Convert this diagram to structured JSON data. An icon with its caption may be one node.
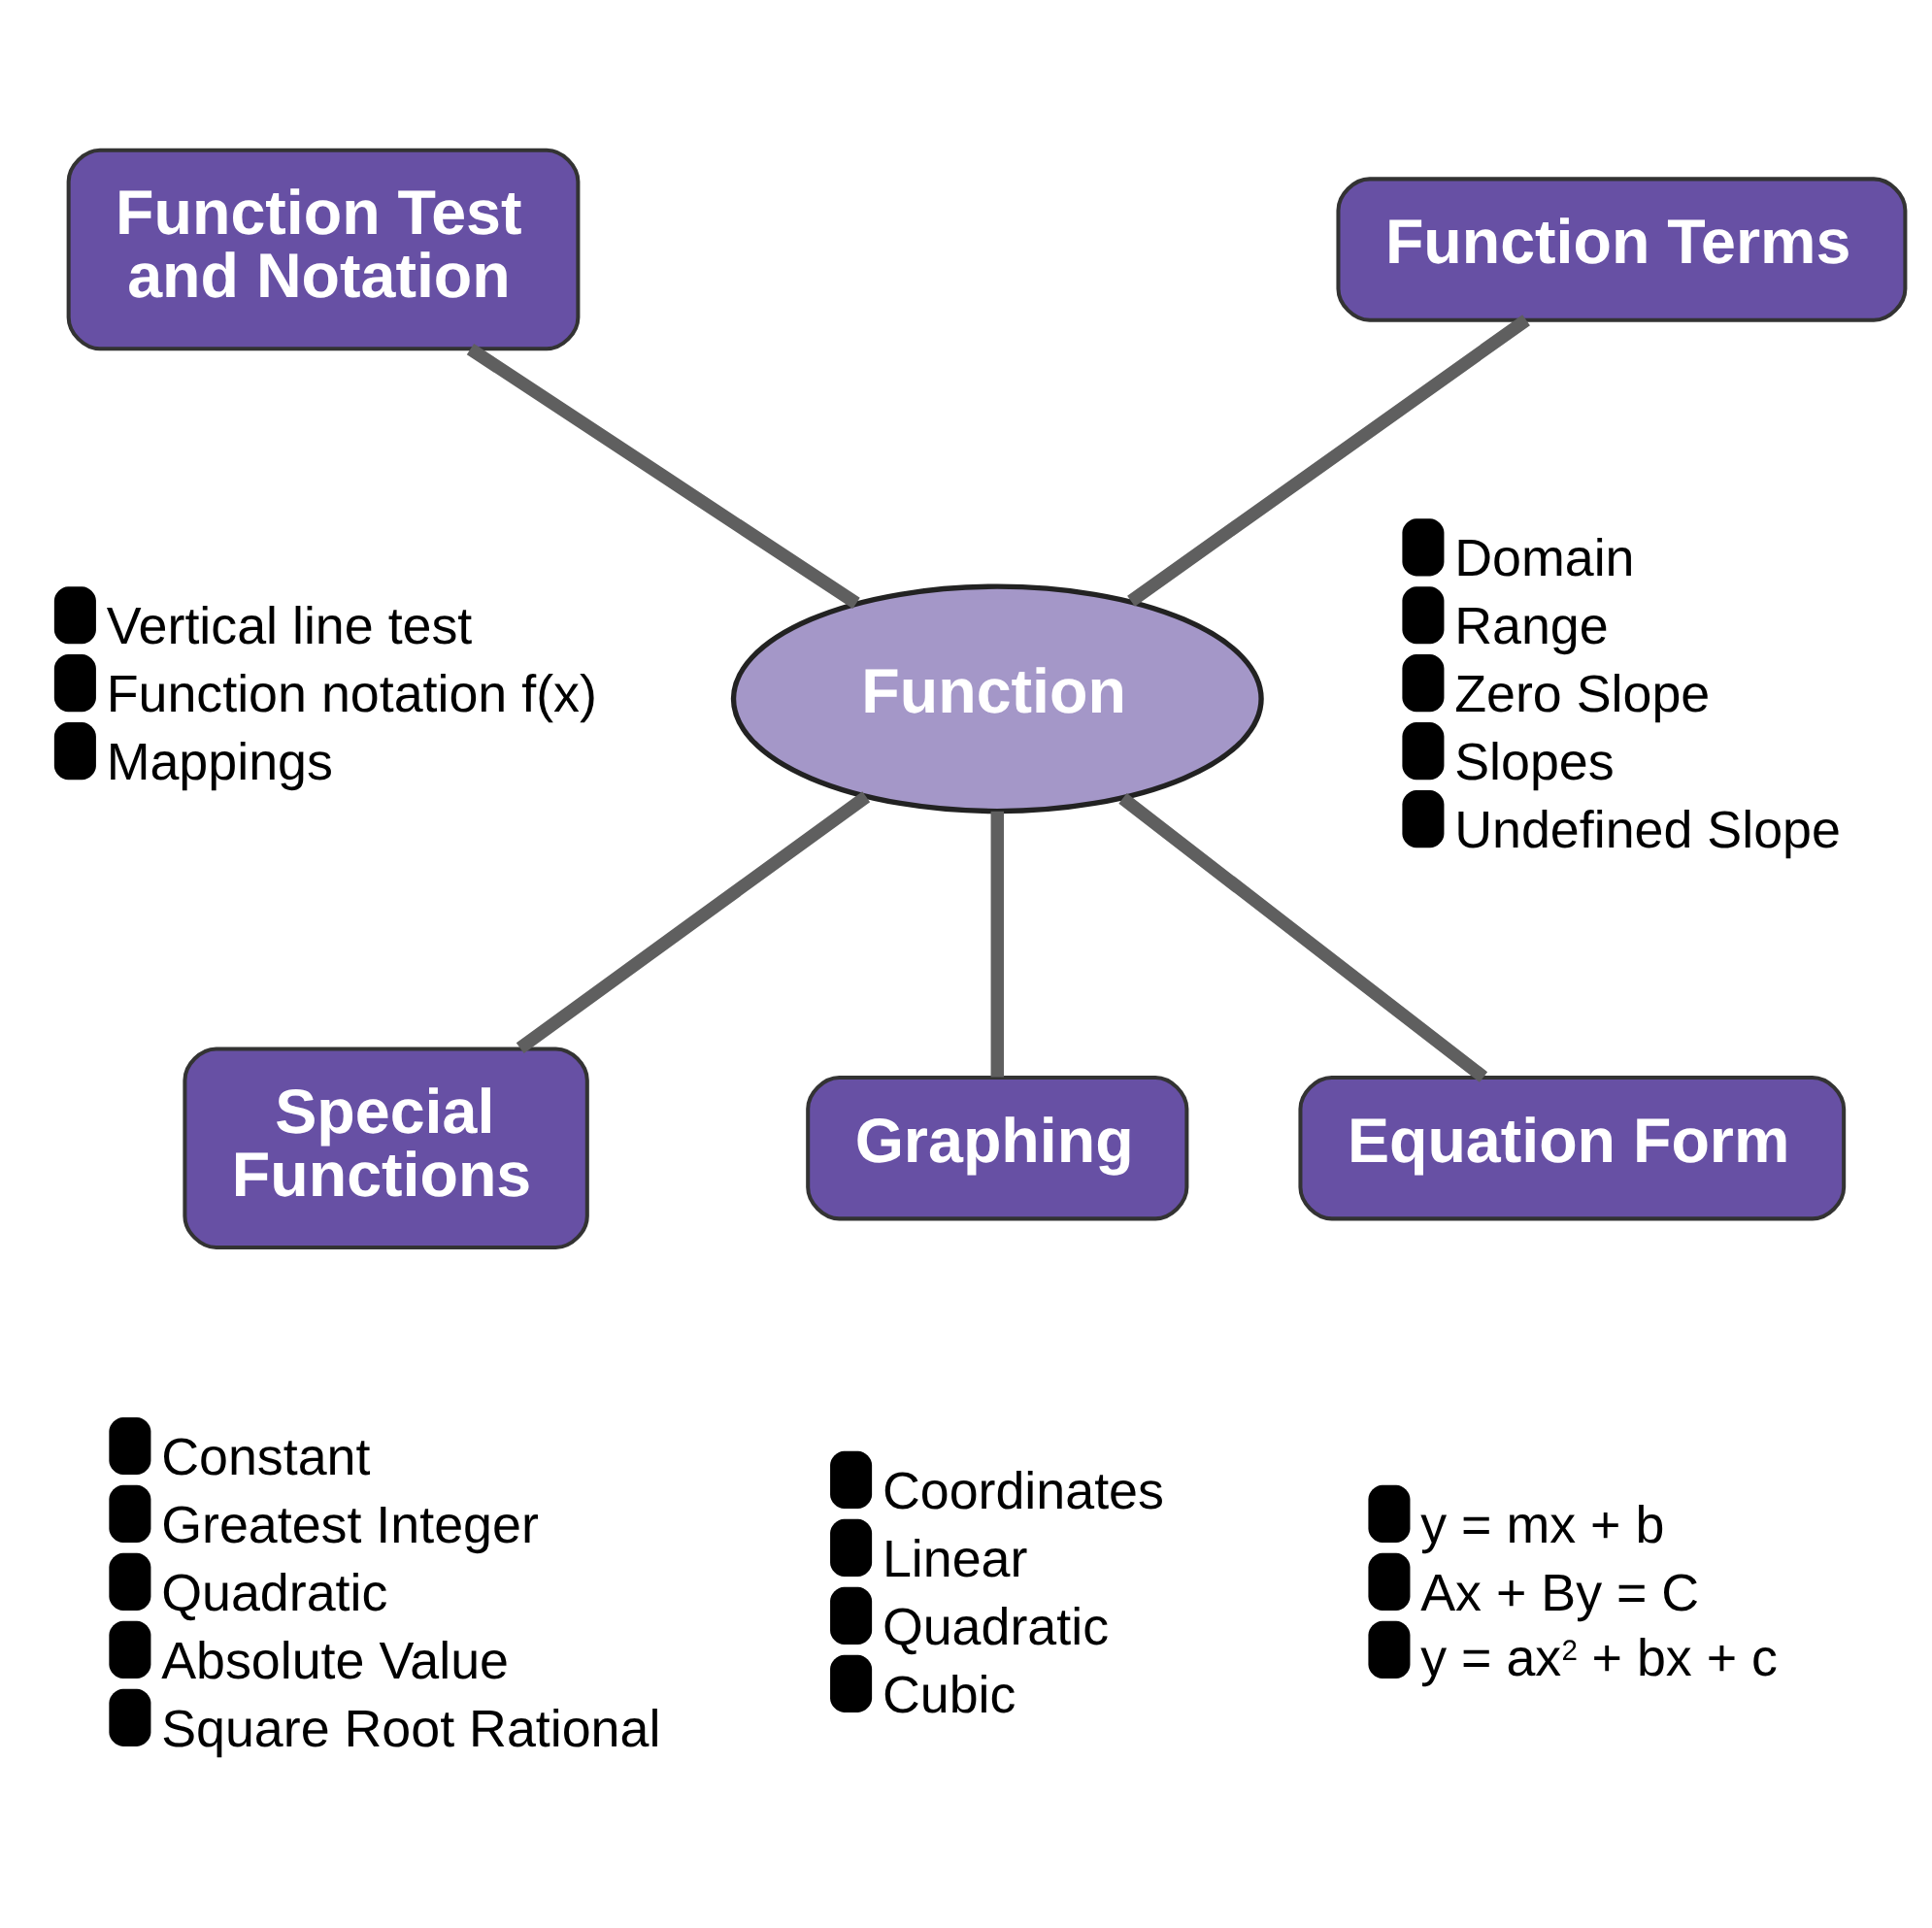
{
  "diagram": {
    "nodes": [
      {
        "text": [
          "Function"
        ]
      },
      {
        "text": [
          "Function Test and Notation"
        ],
        "beside": [
          "Vertical line test",
          "Function notation f(x)",
          "Mappings"
        ]
      },
      {
        "text": [
          "Function Terms"
        ],
        "beside": [
          "Domain",
          "Range",
          "Zero Slope",
          "Slopes",
          "Undefined Slope"
        ]
      },
      {
        "text": [
          "Special Functions"
        ],
        "beside": [
          "Constant",
          "Greatest Integer",
          "Quadratic",
          "Absolute Value",
          "Square Root Rational"
        ]
      },
      {
        "text": [
          "Graphing"
        ],
        "beside": [
          "Coordinates",
          "Linear",
          "Quadratic",
          "Cubic"
        ]
      },
      {
        "text": [
          "Equation Form"
        ],
        "beside": [
          "y = mx + b",
          "Ax + By = C",
          "y = ax$^{2}$ + bx + c"
        ]
      }
    ],
    "edges": [
      {
        "from": 0,
        "to": 1,
        "arrow": "none"
      },
      {
        "from": 0,
        "to": 2,
        "arrow": "none"
      },
      {
        "from": 0,
        "to": 3,
        "arrow": "none"
      },
      {
        "from": 0,
        "to": 4,
        "arrow": "none"
      },
      {
        "from": 0,
        "to": 5,
        "arrow": "none"
      }
    ]
  }
}
